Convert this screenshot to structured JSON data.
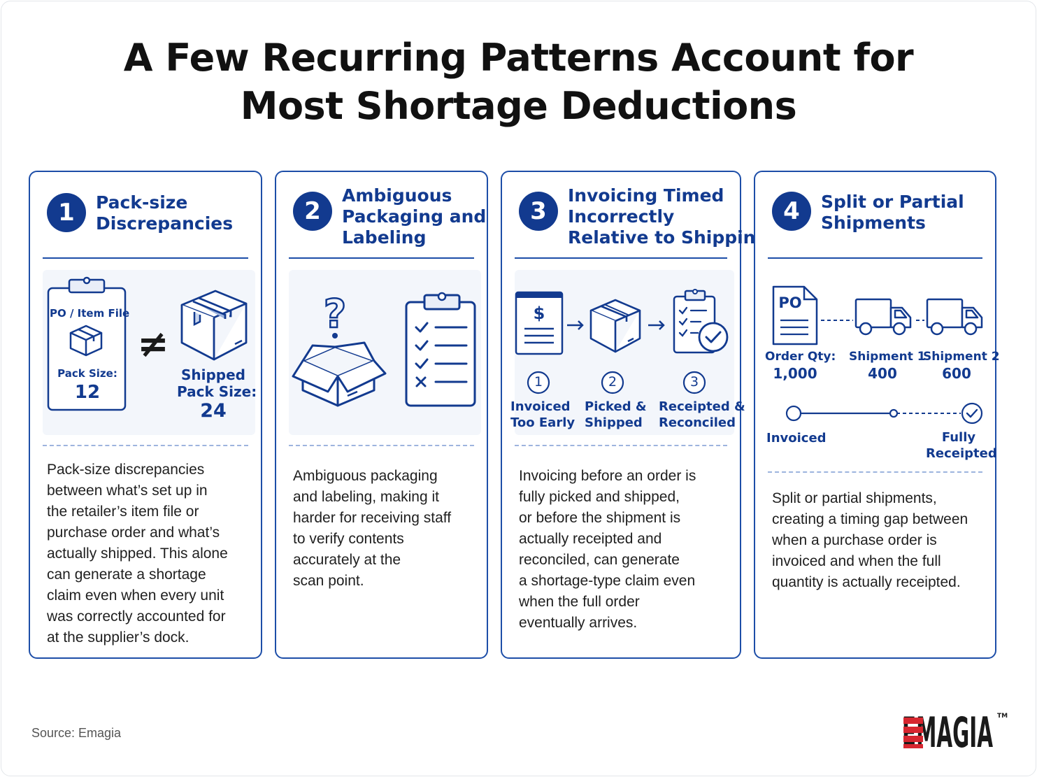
{
  "title_lines": [
    "A Few Recurring Patterns Account for",
    "Most Shortage Deductions"
  ],
  "cards": [
    {
      "number": "1",
      "title_lines": [
        "Pack-size",
        "Discrepancies"
      ],
      "illustration": {
        "po_label": "PO / Item File",
        "pack_size_label": "Pack Size:",
        "pack_size_value": "12",
        "not_equal": "≠",
        "shipped_label_lines": [
          "Shipped",
          "Pack Size:"
        ],
        "shipped_value": "24"
      },
      "description_lines": [
        "Pack-size discrepancies",
        "between what’s set up in",
        "the retailer’s item file or",
        "purchase order and what’s",
        "actually shipped. This alone",
        "can generate a shortage",
        "claim even when every unit",
        "was correctly accounted for",
        "at the supplier’s dock."
      ]
    },
    {
      "number": "2",
      "title_lines": [
        "Ambiguous",
        "Packaging and",
        "Labeling"
      ],
      "illustration": {
        "icons": [
          "question-box-icon",
          "checklist-clipboard-icon"
        ]
      },
      "description_lines": [
        "Ambiguous packaging",
        "and labeling, making it",
        "harder for receiving staff",
        "to verify contents",
        "accurately at the",
        "scan point."
      ]
    },
    {
      "number": "3",
      "title_lines": [
        "Invoicing Timed",
        "Incorrectly",
        "Relative to Shipping"
      ],
      "illustration": {
        "steps": [
          {
            "num": "1",
            "label_lines": [
              "Invoiced",
              "Too Early"
            ]
          },
          {
            "num": "2",
            "label_lines": [
              "Picked &",
              "Shipped"
            ]
          },
          {
            "num": "3",
            "label_lines": [
              "Receipted &",
              "Reconciled"
            ]
          }
        ]
      },
      "description_lines": [
        "Invoicing before an order is",
        "fully picked and shipped,",
        "or before the shipment is",
        "actually receipted and",
        "reconciled, can generate",
        "a shortage-type claim even",
        "when the full order",
        "eventually arrives."
      ]
    },
    {
      "number": "4",
      "title_lines": [
        "Split or Partial",
        "Shipments"
      ],
      "illustration": {
        "po_text": "PO",
        "order_qty_label": "Order Qty:",
        "order_qty_value": "1,000",
        "shipment1_label": "Shipment 1",
        "shipment1_value": "400",
        "shipment2_label": "Shipment 2",
        "shipment2_value": "600",
        "timeline_start": "Invoiced",
        "timeline_end_lines": [
          "Fully",
          "Receipted"
        ]
      },
      "description_lines": [
        "Split or partial shipments,",
        "creating a timing gap between",
        "when a purchase order is",
        "invoiced and when the full",
        "quantity is actually receipted."
      ]
    }
  ],
  "source": "Source: Emagia",
  "logo": {
    "text": "EMAGIA",
    "tm": "TM"
  },
  "colors": {
    "navy": "#123a8f",
    "border": "#1d4ea8",
    "logo_red": "#d7262f"
  }
}
